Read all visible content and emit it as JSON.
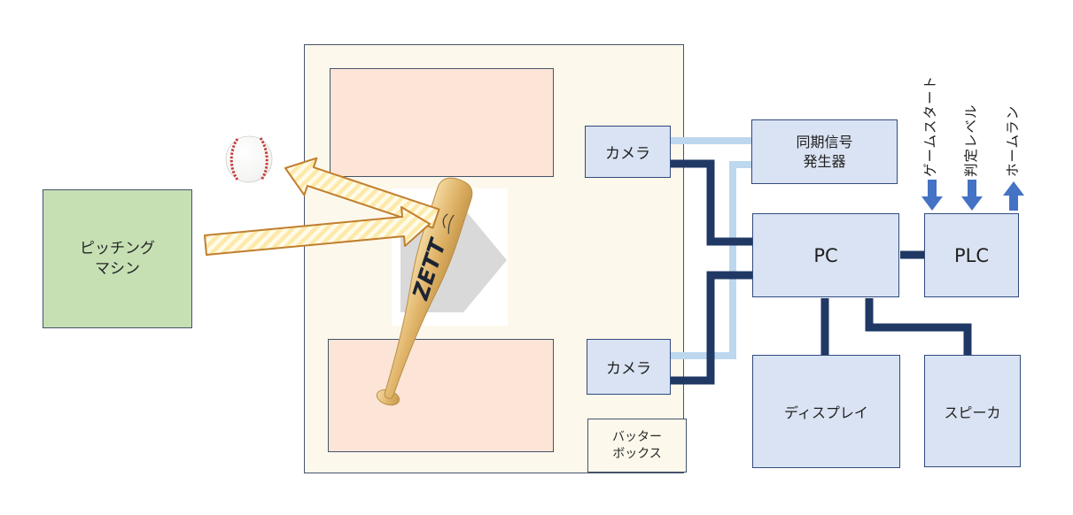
{
  "diagram": {
    "boxes": {
      "pitching_machine": {
        "label": "ピッチング\nマシン"
      },
      "camera_top": {
        "label": "カメラ"
      },
      "camera_bottom": {
        "label": "カメラ"
      },
      "sync_signal_generator": {
        "label": "同期信号\n発生器"
      },
      "pc": {
        "label": "PC"
      },
      "plc": {
        "label": "PLC"
      },
      "display": {
        "label": "ディスプレイ"
      },
      "speaker": {
        "label": "スピーカ"
      },
      "batter_box": {
        "label": "バッター\nボックス"
      }
    },
    "plc_signals": [
      {
        "label": "ゲームスタート",
        "direction": "down"
      },
      {
        "label": "判定レベル",
        "direction": "down"
      },
      {
        "label": "ホームラン",
        "direction": "up"
      }
    ],
    "bat": {
      "brand": "ZETT"
    },
    "connections": {
      "light_blue": [
        "カメラ(上)→同期信号発生器",
        "同期信号発生器→カメラ(下)"
      ],
      "navy": [
        "カメラ(上)→PC",
        "カメラ(下)→PC",
        "PC→PLC",
        "PC→ディスプレイ",
        "PC→スピーカ"
      ]
    },
    "colors": {
      "component_fill": "#dae3f3",
      "component_border": "#2f4b7c",
      "navy_line": "#1f3864",
      "light_blue_line": "#bdd7ee",
      "signal_arrow": "#4472c4",
      "field_fill": "#fdf8ec",
      "batter_zone_fill": "#fce4d6",
      "machine_fill": "#c6e0b4",
      "plate_gray": "#d9d9d9",
      "trajectory_arrow_border": "#c07f2f"
    }
  }
}
